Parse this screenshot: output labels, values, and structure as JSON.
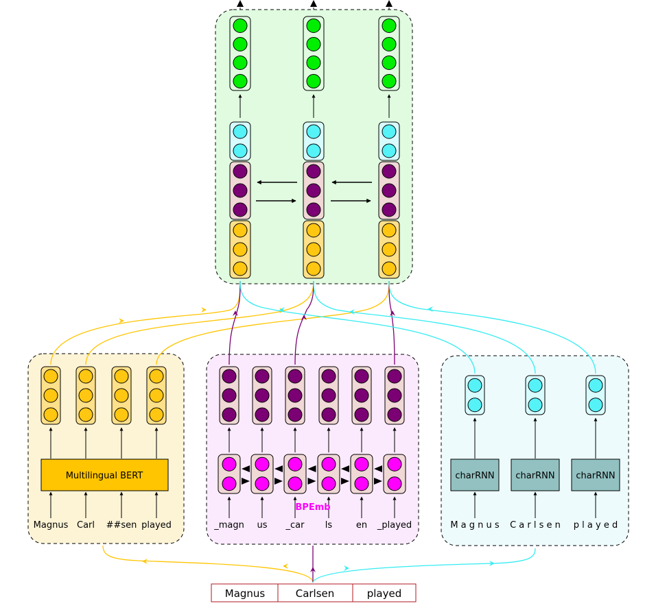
{
  "colors": {
    "green_panel_fill": "#e0fbe0",
    "green_unit": "#00ee00",
    "green_cell_fill": "#e0fbe0",
    "cyan_unit": "#55f2f7",
    "cyan_cell_fill": "#d8fbfe",
    "purple_unit": "#7b0073",
    "purple_cell_fill": "#efd8d5",
    "gold_unit": "#ffc711",
    "gold_cell_fill": "#fde08a",
    "bert_panel_fill": "#fdf4d6",
    "bert_box_fill": "#ffc500",
    "bpe_panel_fill": "#fbeafd",
    "magenta_unit": "#ff00ff",
    "char_panel_fill": "#eefbfd",
    "char_box_fill": "#93c1c1",
    "gold_line": "#ffc500",
    "purple_line": "#7b0073",
    "cyan_line": "#33ecf2",
    "input_border": "#b0171f"
  },
  "icons": {
    "unit": "circle-unit-icon",
    "arrow": "arrow-icon"
  },
  "bert_panel": {
    "encoder_label": "Multilingual BERT",
    "tokens": [
      "Magnus",
      "Carl",
      "##sen",
      "played"
    ]
  },
  "bpe_panel": {
    "label": "BPEmb",
    "tokens": [
      "_magn",
      "us",
      "_car",
      "ls",
      "en",
      "_played"
    ]
  },
  "char_panel": {
    "encoder_label": "charRNN",
    "tokens": [
      "M a g n u s",
      "C a r l s e n",
      "p l a y e d"
    ]
  },
  "input_words": [
    "Magnus",
    "Carlsen",
    "played"
  ]
}
